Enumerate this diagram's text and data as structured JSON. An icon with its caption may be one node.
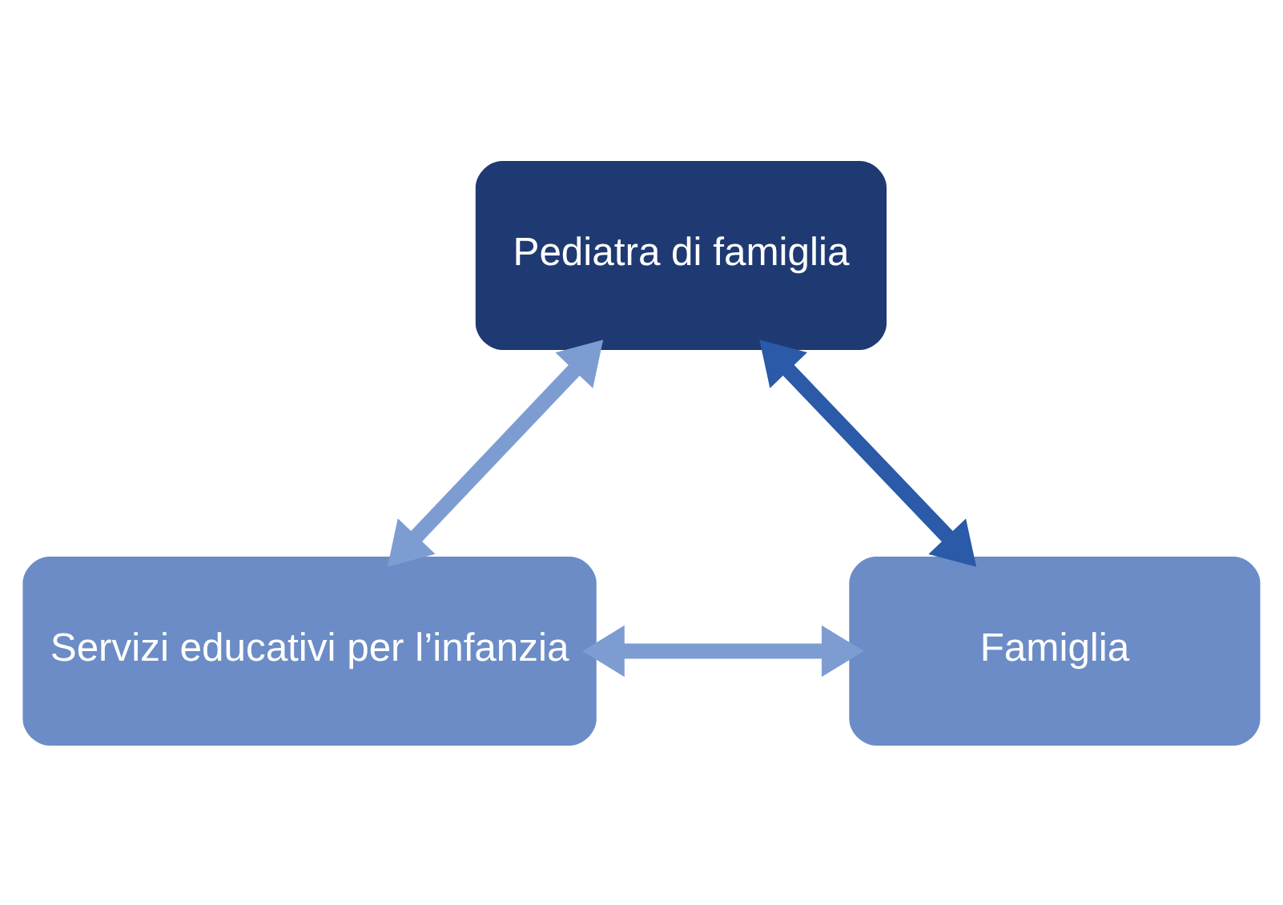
{
  "diagram": {
    "nodes": [
      {
        "text": [
          "Pediatra di famiglia"
        ]
      },
      {
        "text": [
          "Servizi educativi per l’infanzia"
        ]
      },
      {
        "text": [
          "Famiglia"
        ]
      }
    ],
    "edges": [
      {
        "from": 0,
        "to": 1,
        "arrow": "both"
      },
      {
        "from": 0,
        "to": 2,
        "arrow": "both",
        "color": "#2a5aa8"
      },
      {
        "from": 1,
        "to": 2,
        "arrow": "both"
      }
    ]
  }
}
